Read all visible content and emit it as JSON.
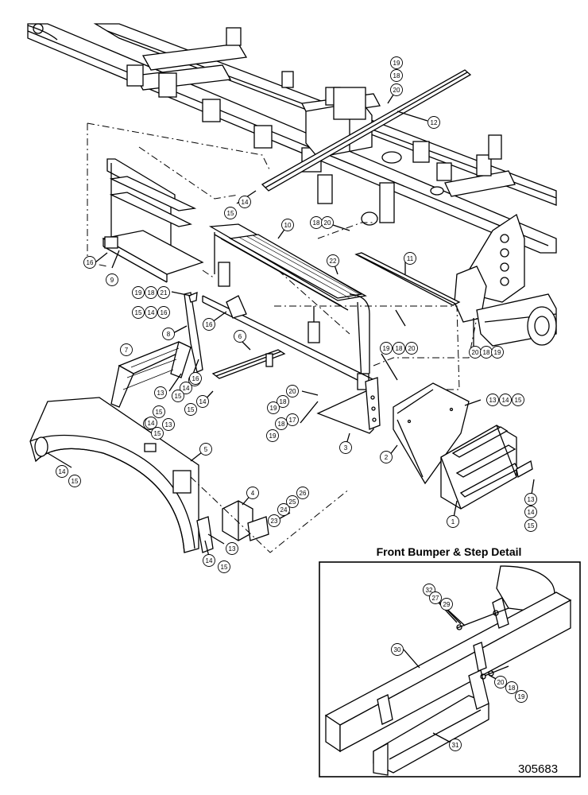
{
  "detail": {
    "title": "Front Bumper & Step Detail"
  },
  "drawing_number": "305683",
  "callouts": [
    {
      "label": "19"
    },
    {
      "label": "18"
    },
    {
      "label": "20"
    },
    {
      "label": "12"
    },
    {
      "label": "14"
    },
    {
      "label": "15"
    },
    {
      "label": "10"
    },
    {
      "label": "18"
    },
    {
      "label": "20"
    },
    {
      "label": "22"
    },
    {
      "label": "11"
    },
    {
      "label": "16"
    },
    {
      "label": "9"
    },
    {
      "label": "19"
    },
    {
      "label": "18"
    },
    {
      "label": "21"
    },
    {
      "label": "15"
    },
    {
      "label": "14"
    },
    {
      "label": "16"
    },
    {
      "label": "8"
    },
    {
      "label": "16"
    },
    {
      "label": "6"
    },
    {
      "label": "16"
    },
    {
      "label": "14"
    },
    {
      "label": "15"
    },
    {
      "label": "20"
    },
    {
      "label": "18"
    },
    {
      "label": "19"
    },
    {
      "label": "19"
    },
    {
      "label": "18"
    },
    {
      "label": "20"
    },
    {
      "label": "7"
    },
    {
      "label": "16"
    },
    {
      "label": "14"
    },
    {
      "label": "15"
    },
    {
      "label": "13"
    },
    {
      "label": "14"
    },
    {
      "label": "15"
    },
    {
      "label": "20"
    },
    {
      "label": "18"
    },
    {
      "label": "19"
    },
    {
      "label": "17"
    },
    {
      "label": "18"
    },
    {
      "label": "19"
    },
    {
      "label": "13"
    },
    {
      "label": "14"
    },
    {
      "label": "15"
    },
    {
      "label": "15"
    },
    {
      "label": "14"
    },
    {
      "label": "13"
    },
    {
      "label": "3"
    },
    {
      "label": "2"
    },
    {
      "label": "5"
    },
    {
      "label": "14"
    },
    {
      "label": "15"
    },
    {
      "label": "4"
    },
    {
      "label": "26"
    },
    {
      "label": "25"
    },
    {
      "label": "24"
    },
    {
      "label": "23"
    },
    {
      "label": "13"
    },
    {
      "label": "14"
    },
    {
      "label": "15"
    },
    {
      "label": "1"
    },
    {
      "label": "13"
    },
    {
      "label": "14"
    },
    {
      "label": "15"
    },
    {
      "label": "32"
    },
    {
      "label": "27"
    },
    {
      "label": "29"
    },
    {
      "label": "30"
    },
    {
      "label": "20"
    },
    {
      "label": "18"
    },
    {
      "label": "19"
    },
    {
      "label": "31"
    }
  ]
}
